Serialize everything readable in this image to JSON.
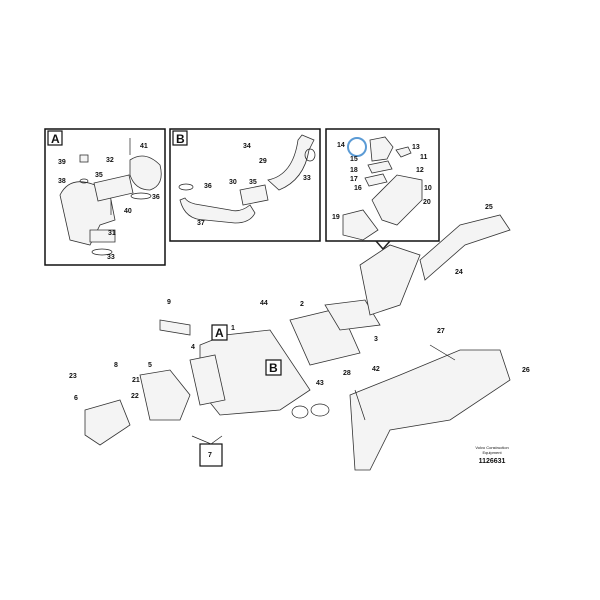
{
  "insets": {
    "a": {
      "tag": "A",
      "labels": [
        "41",
        "39",
        "32",
        "35",
        "38",
        "36",
        "40",
        "31",
        "33"
      ]
    },
    "b": {
      "tag": "B",
      "labels": [
        "34",
        "29",
        "33",
        "36",
        "30",
        "35",
        "37"
      ]
    },
    "c": {
      "labels": [
        "14",
        "13",
        "15",
        "11",
        "18",
        "12",
        "17",
        "16",
        "10",
        "19",
        "20"
      ],
      "highlighted": "14",
      "highlight_color": "#5b9bd5"
    }
  },
  "main": {
    "labels": [
      "9",
      "44",
      "2",
      "1",
      "4",
      "3",
      "5",
      "8",
      "23",
      "21",
      "22",
      "6",
      "43",
      "42",
      "28",
      "7",
      "27",
      "26",
      "25",
      "24"
    ],
    "callout_a": "A",
    "callout_b": "B"
  },
  "footer": {
    "brand_line1": "Volvo Construction",
    "brand_line2": "Equipment",
    "doc_number": "1126631"
  }
}
